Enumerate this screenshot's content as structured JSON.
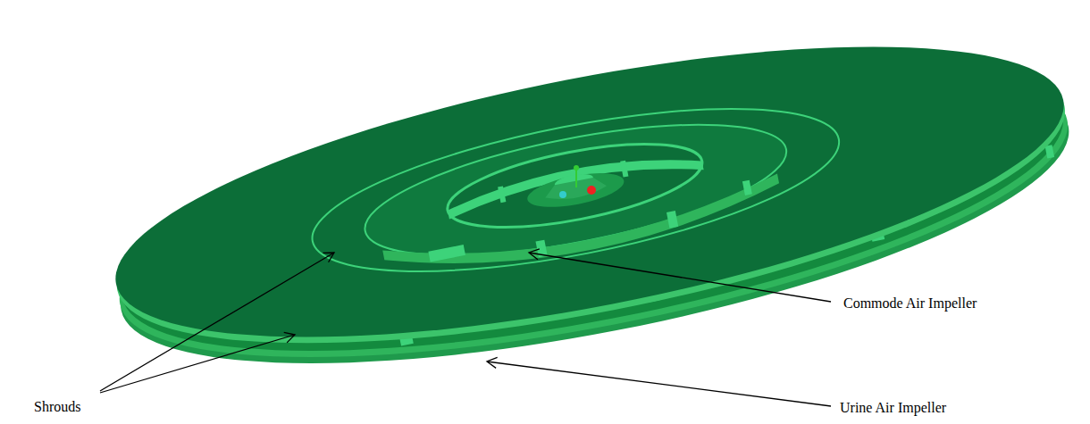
{
  "diagram": {
    "labels": [
      "Shrouds",
      "Commode Air Impeller",
      "Urine Air Impeller"
    ]
  }
}
